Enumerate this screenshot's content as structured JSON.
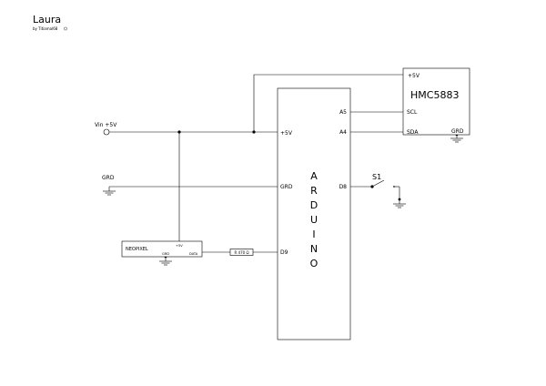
{
  "title": "Laura",
  "byline": "by Titiamal68",
  "nodes": {
    "vin": "Vin +5V",
    "grd": "GRD",
    "s1": "S1"
  },
  "arduino": {
    "letters": [
      "A",
      "R",
      "D",
      "U",
      "I",
      "N",
      "O"
    ],
    "pins": {
      "a5": "A5",
      "a4": "A4",
      "v5": "+5V",
      "grd": "GRD",
      "d8": "D8",
      "d9": "D9"
    }
  },
  "hmc": {
    "name": "HMC5883",
    "v5": "+5V",
    "scl": "SCL",
    "sda": "SDA",
    "grd": "GRD"
  },
  "neopixel": {
    "name": "NEOPIXEL",
    "v5": "+5V",
    "grd": "GRD",
    "data": "DATA"
  },
  "resistor": {
    "label": "R 470 Ω"
  }
}
